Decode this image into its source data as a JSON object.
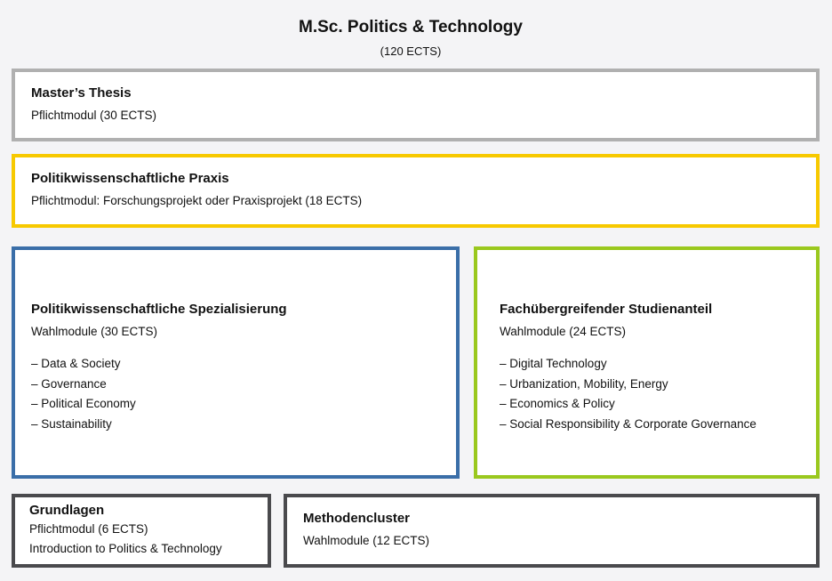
{
  "title": "M.Sc. Politics & Technology",
  "subtitle": "(120 ECTS)",
  "colors": {
    "thesis": "#b0b0b0",
    "praxis": "#f7c900",
    "spezialisierung": "#3a6ea8",
    "fach": "#9ac81e",
    "grundlagen": "#4a4a4d"
  },
  "thesis": {
    "title": "Master’s Thesis",
    "desc": "Pflichtmodul (30 ECTS)"
  },
  "praxis": {
    "title": "Politikwissenschaftliche Praxis",
    "desc": "Pflichtmodul: Forschungsprojekt oder Praxisprojekt (18 ECTS)"
  },
  "spez": {
    "title": "Politikwissenschaftliche Spezialisierung",
    "desc": "Wahlmodule (30 ECTS)",
    "items": [
      "– Data & Society",
      "– Governance",
      "– Political Economy",
      "– Sustainability"
    ]
  },
  "fach": {
    "title": "Fachübergreifender Studienanteil",
    "desc": "Wahlmodule (24 ECTS)",
    "items": [
      "– Digital Technology",
      "– Urbanization, Mobility, Energy",
      "– Economics & Policy",
      "– Social Responsibility & Corporate Governance"
    ]
  },
  "grund": {
    "title": "Grundlagen",
    "desc": "Pflichtmodul (6 ECTS)",
    "extra": "Introduction to Politics & Technology"
  },
  "methoden": {
    "title": "Methodencluster",
    "desc": "Wahlmodule (12 ECTS)"
  }
}
